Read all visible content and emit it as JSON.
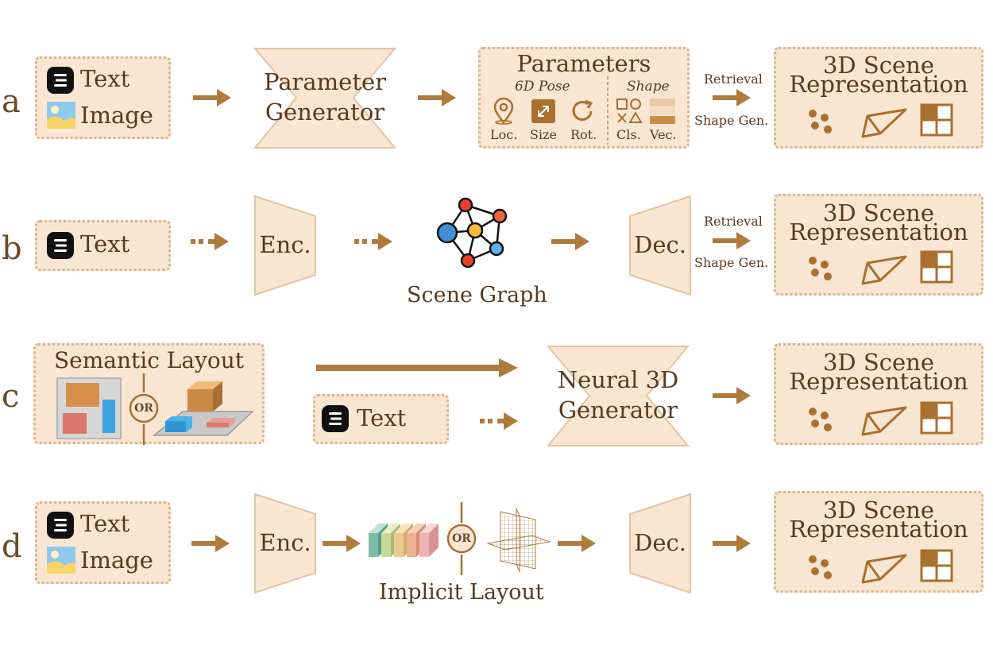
{
  "rows": {
    "a": {
      "label": "a",
      "inputs": [
        "Text",
        "Image"
      ],
      "generator": [
        "Parameter",
        "Generator"
      ],
      "params": {
        "title": "Parameters",
        "pose": "6D Pose",
        "shape": "Shape",
        "items": [
          "Loc.",
          "Size",
          "Rot.",
          "Cls.",
          "Vec."
        ]
      },
      "route_top": "Retrieval",
      "route_bottom": "Shape Gen.",
      "output": [
        "3D Scene",
        "Representation"
      ]
    },
    "b": {
      "label": "b",
      "input": "Text",
      "encoder": "Enc.",
      "graph": "Scene Graph",
      "decoder": "Dec.",
      "route_top": "Retrieval",
      "route_bottom": "Shape Gen.",
      "output": [
        "3D Scene",
        "Representation"
      ]
    },
    "c": {
      "label": "c",
      "layout_title": "Semantic Layout",
      "or": "OR",
      "input": "Text",
      "generator": [
        "Neural 3D",
        "Generator"
      ],
      "output": [
        "3D Scene",
        "Representation"
      ]
    },
    "d": {
      "label": "d",
      "inputs": [
        "Text",
        "Image"
      ],
      "encoder": "Enc.",
      "or": "OR",
      "layout": "Implicit Layout",
      "decoder": "Dec.",
      "output": [
        "3D Scene",
        "Representation"
      ]
    }
  },
  "icons": [
    "text-icon",
    "image-icon",
    "location-pin-icon",
    "resize-icon",
    "rotate-icon",
    "shapes-icon",
    "stripes-icon",
    "points-icon",
    "mesh-icon",
    "grid-icon"
  ],
  "colors": {
    "box_fill": "#f8e6d3",
    "box_border": "#d9b48c",
    "arrow": "#b07a3c",
    "dark": "#5a3a1e"
  }
}
